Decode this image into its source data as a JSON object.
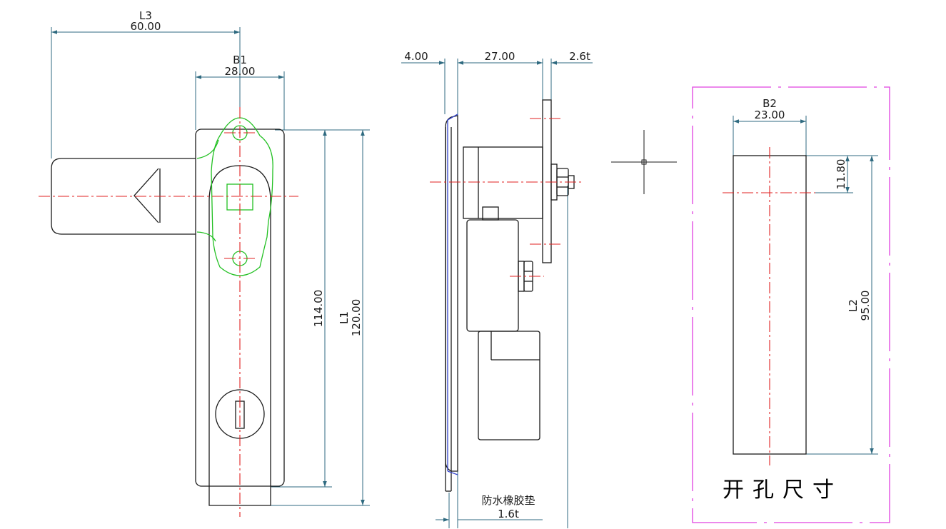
{
  "colors": {
    "outline": "#1a1a1a",
    "dimension": "#2f6a80",
    "centerline": "#e02020",
    "detail": "#22c022",
    "gasket": "#3344cc",
    "cutout_border": "#e040e0"
  },
  "front_view": {
    "l3": {
      "name": "L3",
      "value": "60.00"
    },
    "b1": {
      "name": "B1",
      "value": "28.00"
    },
    "height_inner": {
      "value": "114.00"
    },
    "l1": {
      "name": "L1",
      "value": "120.00"
    }
  },
  "side_view": {
    "dim_a": "4.00",
    "dim_b": "27.00",
    "dim_c": "2.6t",
    "gasket_label": "防水橡胶垫",
    "gasket_thickness": "1.6t"
  },
  "cutout_view": {
    "b2": {
      "name": "B2",
      "value": "23.00"
    },
    "offset": {
      "value": "11.80"
    },
    "l2": {
      "name": "L2",
      "value": "95.00"
    },
    "title": "开孔尺寸"
  }
}
